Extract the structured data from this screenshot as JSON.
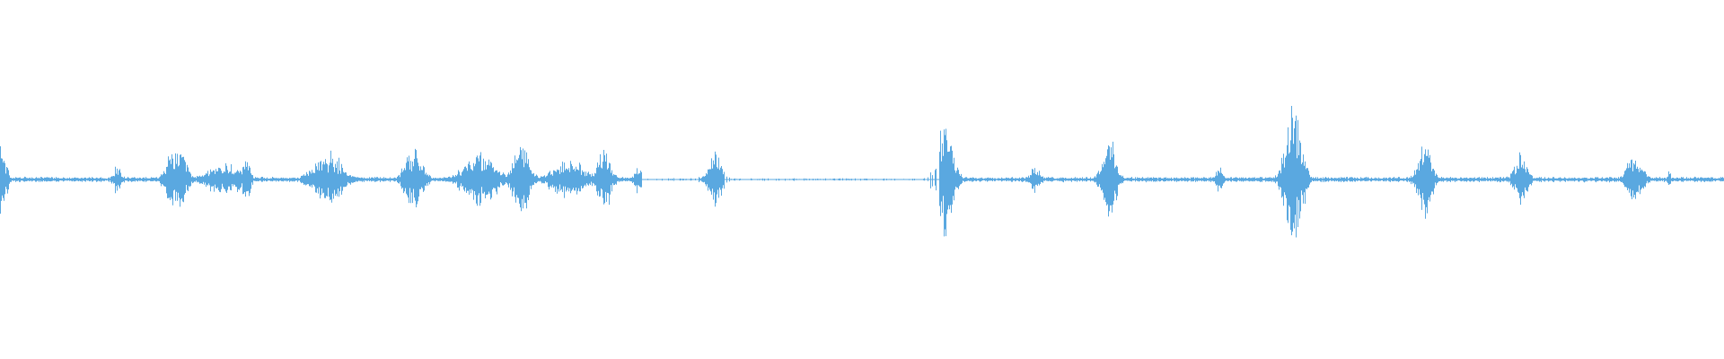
{
  "waveform": {
    "color": "#5aa8e0",
    "background": "#ffffff",
    "amplitude_scale": 1.0,
    "duration_fraction": 1.0,
    "bursts": [
      {
        "t": 0.0,
        "w": 0.006,
        "a": 0.12
      },
      {
        "t": 0.068,
        "w": 0.005,
        "a": 0.05
      },
      {
        "t": 0.102,
        "w": 0.01,
        "a": 0.11
      },
      {
        "t": 0.13,
        "w": 0.02,
        "a": 0.05
      },
      {
        "t": 0.143,
        "w": 0.004,
        "a": 0.09
      },
      {
        "t": 0.19,
        "w": 0.016,
        "a": 0.09
      },
      {
        "t": 0.24,
        "w": 0.01,
        "a": 0.1
      },
      {
        "t": 0.278,
        "w": 0.018,
        "a": 0.09
      },
      {
        "t": 0.302,
        "w": 0.01,
        "a": 0.11
      },
      {
        "t": 0.33,
        "w": 0.02,
        "a": 0.06
      },
      {
        "t": 0.35,
        "w": 0.008,
        "a": 0.1
      },
      {
        "t": 0.37,
        "w": 0.004,
        "a": 0.05
      },
      {
        "t": 0.415,
        "w": 0.008,
        "a": 0.08
      },
      {
        "t": 0.548,
        "w": 0.009,
        "a": 0.18
      },
      {
        "t": 0.6,
        "w": 0.006,
        "a": 0.04
      },
      {
        "t": 0.643,
        "w": 0.008,
        "a": 0.13
      },
      {
        "t": 0.707,
        "w": 0.004,
        "a": 0.04
      },
      {
        "t": 0.75,
        "w": 0.009,
        "a": 0.24
      },
      {
        "t": 0.826,
        "w": 0.008,
        "a": 0.12
      },
      {
        "t": 0.882,
        "w": 0.007,
        "a": 0.1
      },
      {
        "t": 0.948,
        "w": 0.009,
        "a": 0.08
      },
      {
        "t": 0.968,
        "w": 0.002,
        "a": 0.03
      }
    ],
    "gap_segments": [
      {
        "start": 0.372,
        "end": 0.405
      },
      {
        "start": 0.42,
        "end": 0.545
      }
    ]
  }
}
